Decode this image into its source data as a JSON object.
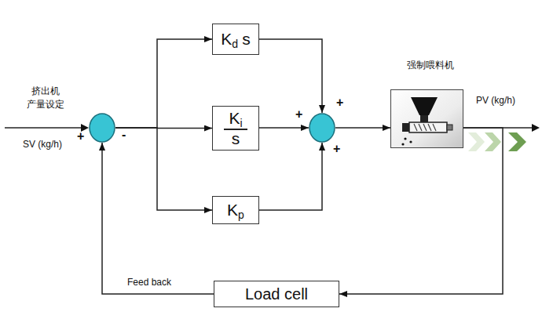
{
  "diagram": {
    "nodes": [
      {
        "text": [
          "+",
          "-"
        ]
      },
      {
        "text": [
          "K",
          "d",
          "s"
        ]
      },
      {
        "text": [
          "K",
          "i",
          "s"
        ]
      },
      {
        "text": [
          "K",
          "p"
        ]
      },
      {
        "text": [
          "+",
          "+",
          "+"
        ]
      },
      {
        "text": [
          "强制喂料机"
        ]
      },
      {
        "text": [
          "Load cell"
        ]
      }
    ],
    "edges": [
      {
        "from": 0,
        "to": 1,
        "arrow": "to"
      },
      {
        "from": 0,
        "to": 2,
        "arrow": "to"
      },
      {
        "from": 0,
        "to": 3,
        "arrow": "to"
      },
      {
        "from": 1,
        "to": 4,
        "arrow": "to"
      },
      {
        "from": 2,
        "to": 4,
        "arrow": "to"
      },
      {
        "from": 3,
        "to": 4,
        "arrow": "to"
      },
      {
        "from": 4,
        "to": 5,
        "arrow": "to"
      },
      {
        "from": 5,
        "to": 6,
        "arrow": "to"
      },
      {
        "from": 6,
        "to": 0,
        "label": "Feed back",
        "arrow": "to"
      }
    ],
    "labels": [
      "挤出机 产量设定",
      "SV (kg/h)",
      "PV (kg/h)"
    ]
  }
}
